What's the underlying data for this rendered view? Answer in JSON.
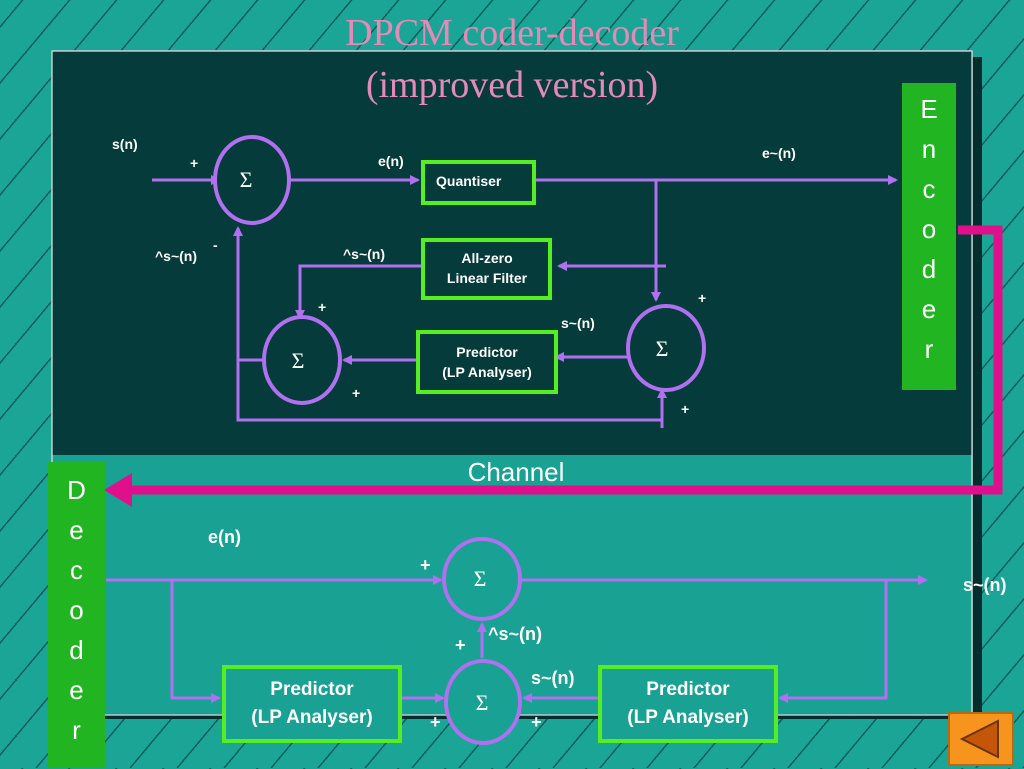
{
  "title": {
    "line1": "DPCM coder-decoder",
    "line2": "(improved version)"
  },
  "encoder": {
    "label_letters": [
      "E",
      "n",
      "c",
      "o",
      "d",
      "e",
      "r"
    ],
    "inputs": {
      "s_n": "s(n)",
      "plus_top": "+",
      "shat_left": "^s~(n)",
      "minus": "-",
      "e_n": "e(n)",
      "e_tilde": "e~(n)",
      "shat_mid": "^s~(n)",
      "plus_a": "+",
      "plus_b": "+",
      "s_tilde": "s~(n)",
      "plus_c": "+",
      "plus_d": "+"
    },
    "blocks": {
      "quantiser": "Quantiser",
      "allzero_line1": "All-zero",
      "allzero_line2": "Linear Filter",
      "predictor_line1": "Predictor",
      "predictor_line2": "(LP Analyser)"
    },
    "sigma": "Σ"
  },
  "channel": {
    "label": "Channel"
  },
  "decoder": {
    "label_letters": [
      "D",
      "e",
      "c",
      "o",
      "d",
      "e",
      "r"
    ],
    "inputs": {
      "e_n": "e(n)",
      "plus_top": "+",
      "output": "s~(n)",
      "shat": "^s~(n)",
      "plus_mid": "+",
      "s_tilde": "s~(n)",
      "plus_left": "+",
      "plus_right": "+"
    },
    "blocks": {
      "predictor_left_line1": "Predictor",
      "predictor_left_line2": "(LP Analyser)",
      "predictor_right_line1": "Predictor",
      "predictor_right_line2": "(LP Analyser)"
    },
    "sigma": "Σ"
  },
  "nav": {
    "icon": "back-triangle-icon"
  },
  "colors": {
    "wire": "#b070f0",
    "block_border": "#55ee22",
    "channel": "#e0108c",
    "encoder_panel": "#053c3b",
    "decoder_panel": "#19a193",
    "sigma_fill_dark": "#053c3b",
    "sigma_fill_light": "#1aa596"
  }
}
